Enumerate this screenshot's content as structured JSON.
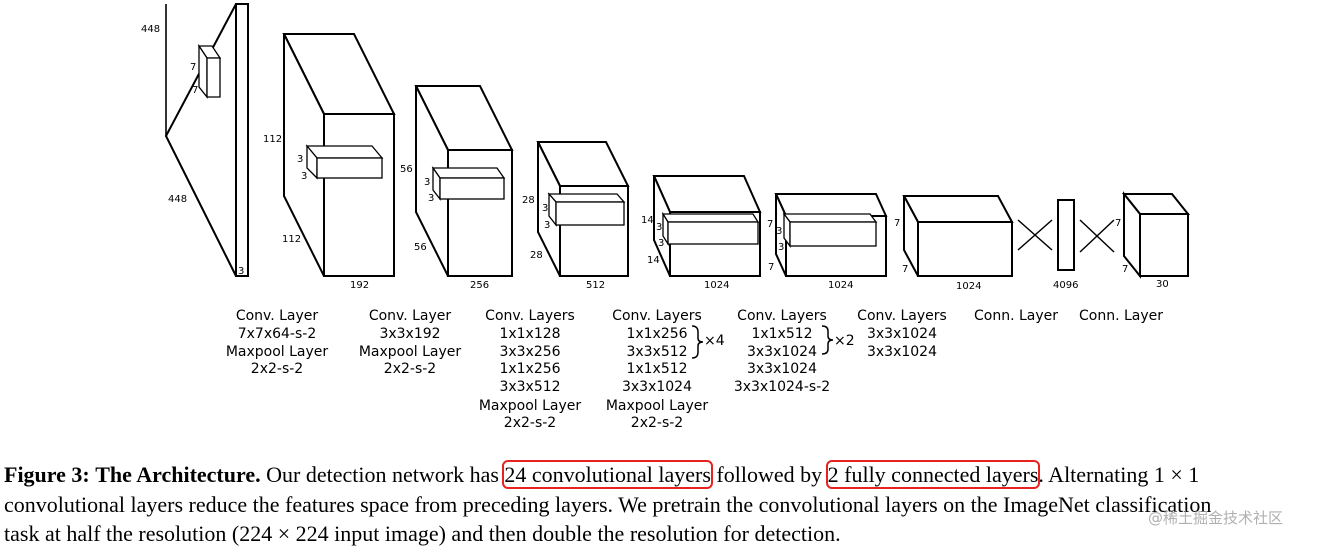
{
  "blocks": [
    {
      "id": "input",
      "dims": [
        "448",
        "448",
        "3"
      ],
      "kernel": [
        "7",
        "7"
      ]
    },
    {
      "id": "b1",
      "dims": [
        "112",
        "112",
        "192"
      ],
      "kernel": [
        "3",
        "3"
      ]
    },
    {
      "id": "b2",
      "dims": [
        "56",
        "56",
        "256"
      ],
      "kernel": [
        "3",
        "3"
      ]
    },
    {
      "id": "b3",
      "dims": [
        "28",
        "28",
        "512"
      ],
      "kernel": [
        "3",
        "3"
      ]
    },
    {
      "id": "b4",
      "dims": [
        "14",
        "14",
        "1024"
      ],
      "kernel": [
        "3",
        "3"
      ]
    },
    {
      "id": "b5",
      "dims": [
        "7",
        "7",
        "1024"
      ],
      "kernel": [
        "3",
        "3"
      ]
    },
    {
      "id": "b6",
      "dims": [
        "7",
        "7",
        "1024"
      ]
    },
    {
      "id": "fc",
      "dims": [
        "4096"
      ]
    },
    {
      "id": "out",
      "dims": [
        "7",
        "7",
        "30"
      ]
    }
  ],
  "layer_labels": [
    {
      "lines": [
        "Conv. Layer",
        "7x7x64-s-2",
        "Maxpool Layer",
        "2x2-s-2"
      ]
    },
    {
      "lines": [
        "Conv. Layer",
        "3x3x192",
        "Maxpool Layer",
        "2x2-s-2"
      ]
    },
    {
      "lines": [
        "Conv. Layers",
        "1x1x128",
        "3x3x256",
        "1x1x256",
        "3x3x512",
        "Maxpool Layer",
        "2x2-s-2"
      ]
    },
    {
      "lines": [
        "Conv. Layers",
        "1x1x256",
        "3x3x512",
        "1x1x512",
        "3x3x1024",
        "Maxpool Layer",
        "2x2-s-2"
      ],
      "repeat": "×4"
    },
    {
      "lines": [
        "Conv. Layers",
        "1x1x512",
        "3x3x1024",
        "3x3x1024",
        "3x3x1024-s-2"
      ],
      "repeat": "×2"
    },
    {
      "lines": [
        "Conv. Layers",
        "3x3x1024",
        "3x3x1024"
      ]
    },
    {
      "lines": [
        "Conn. Layer"
      ]
    },
    {
      "lines": [
        "Conn. Layer"
      ]
    }
  ],
  "caption": {
    "figure_label": "Figure 3:",
    "title": "The Architecture.",
    "text_1": " Our detection network has ",
    "highlight_1": "24 convolutional layers",
    "text_2": " followed by ",
    "highlight_2": "2 fully connected layers",
    "text_3": ". Alternating 1 × 1",
    "line_2": "convolutional layers reduce the features space from preceding layers. We pretrain the convolutional layers on the ImageNet classification",
    "line_3": "task at half the resolution (224 × 224 input image) and then double the resolution for detection.",
    "highlight_color": "#e8231f"
  },
  "watermark": "@稀土掘金技术社区"
}
